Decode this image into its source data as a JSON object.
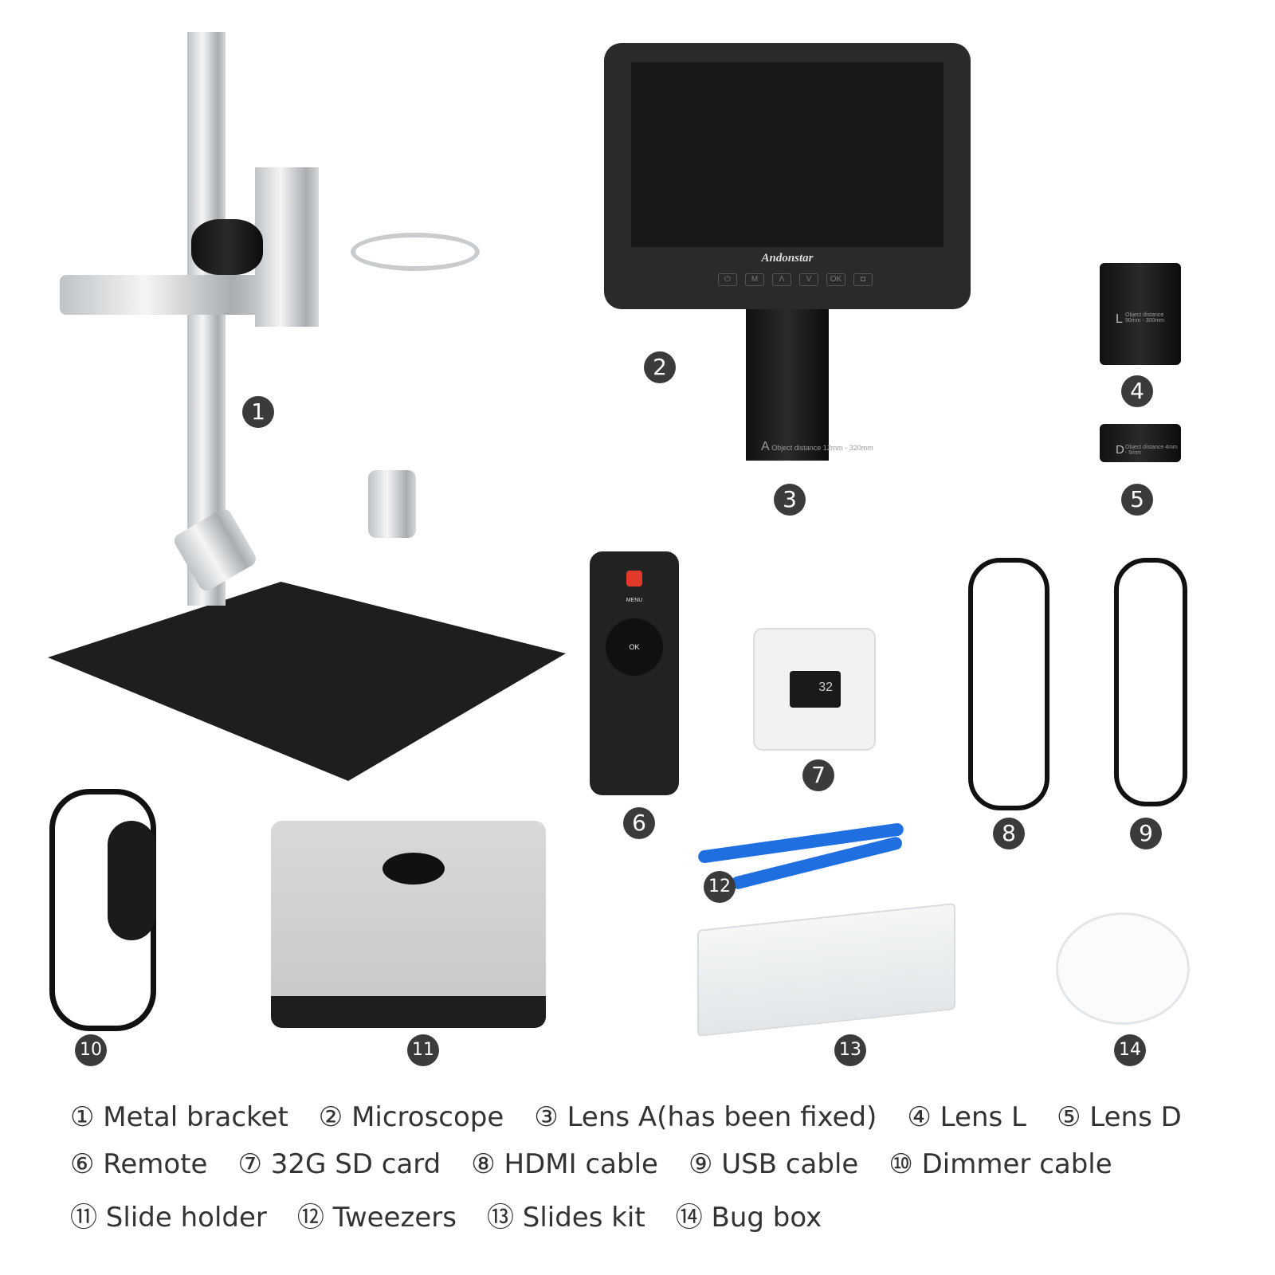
{
  "monitor": {
    "brand": "Andonstar",
    "buttons": [
      "⏻",
      "M",
      "Λ",
      "V",
      "OK",
      "◘"
    ]
  },
  "lens_l": {
    "letter": "L",
    "text": "Object distance 90mm - 300mm"
  },
  "lens_d": {
    "letter": "D",
    "text": "Object distance 4mm - 5mm"
  },
  "lens_a": {
    "letter": "A",
    "text": "Object distance 12mm - 320mm"
  },
  "sd_card": {
    "label": "32"
  },
  "remote": {
    "menu": "MENU",
    "ok": "OK"
  },
  "badges": [
    "1",
    "2",
    "3",
    "4",
    "5",
    "6",
    "7",
    "8",
    "9",
    "10",
    "11",
    "12",
    "13",
    "14"
  ],
  "legend": {
    "row1": [
      "① Metal bracket",
      "② Microscope",
      "③ Lens A(has been fixed)",
      "④ Lens L",
      "⑤ Lens D"
    ],
    "row2": [
      "⑥ Remote",
      "⑦ 32G SD card",
      "⑧ HDMI cable",
      "⑨ USB cable",
      "⑩ Dimmer cable"
    ],
    "row3": [
      "⑪ Slide holder",
      "⑫ Tweezers",
      "⑬ Slides kit",
      "⑭ Bug box"
    ]
  },
  "colors": {
    "badge": "#3b3b3b",
    "tweezers": "#1f6fe0",
    "text": "#333333"
  }
}
